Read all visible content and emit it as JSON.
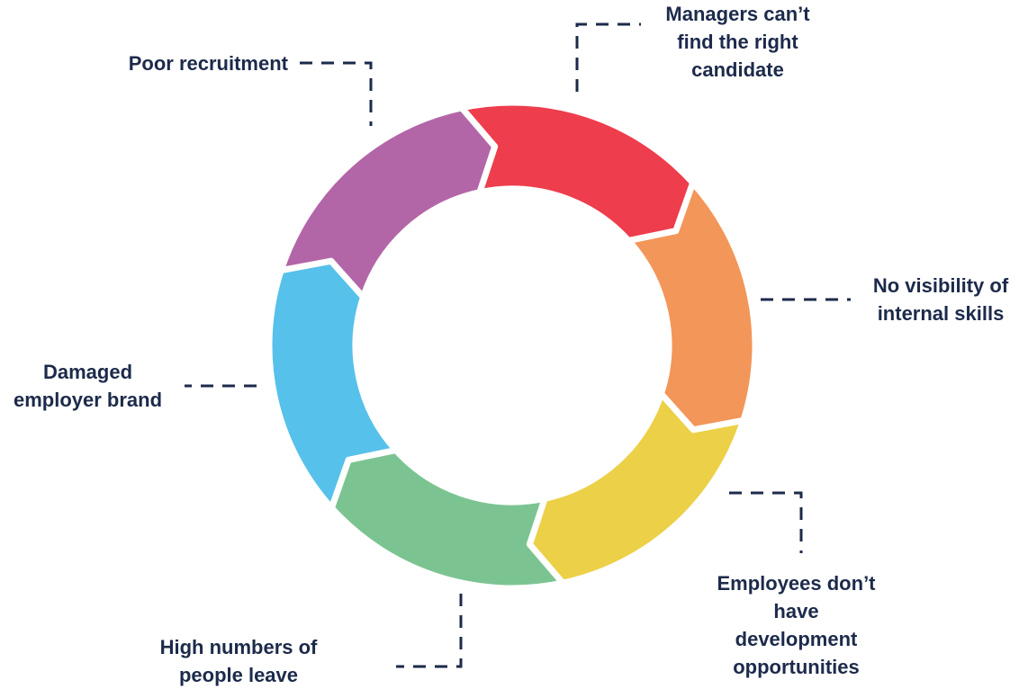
{
  "diagram": {
    "type": "cycle",
    "colors": {
      "text": "#1c2a4b",
      "connector": "#1c2a4b"
    },
    "segments": [
      {
        "label": "Managers can’t find the right candidate",
        "color": "#ee3d4c"
      },
      {
        "label": "No visibility of internal skills",
        "color": "#f39659"
      },
      {
        "label": "Employees don’t have development opportunities",
        "color": "#ecd048"
      },
      {
        "label": "High numbers of people leave",
        "color": "#7bc491"
      },
      {
        "label": "Damaged employer brand",
        "color": "#56c1ea"
      },
      {
        "label": "Poor recruitment",
        "color": "#b366a7"
      }
    ],
    "labels": {
      "managers": [
        "Managers can’t",
        "find the right",
        "candidate"
      ],
      "visibility": [
        "No visibility of",
        "internal skills"
      ],
      "employees": [
        "Employees don’t",
        "have",
        "development",
        "opportunities"
      ],
      "leave": [
        "High numbers of",
        "people leave"
      ],
      "brand": [
        "Damaged",
        "employer brand"
      ],
      "recruitment": [
        "Poor recruitment"
      ]
    }
  }
}
